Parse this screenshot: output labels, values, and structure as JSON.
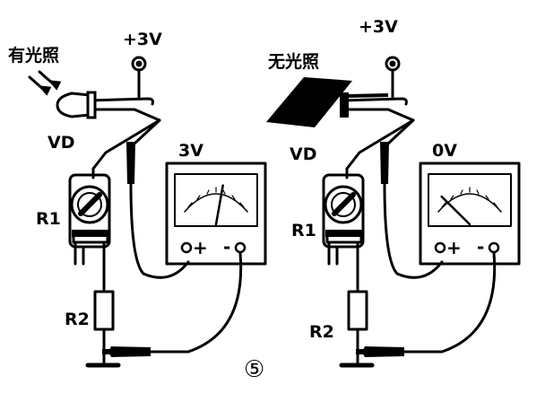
{
  "diagram": {
    "figure_number": "⑤",
    "left": {
      "condition": "有光照",
      "supply": "+3V",
      "diode": "VD",
      "pot": "R1",
      "resistor": "R2",
      "meter_reading": "3V",
      "plus": "+",
      "minus": "-",
      "needle_fraction": 0.6
    },
    "right": {
      "condition": "无光照",
      "supply": "+3V",
      "diode": "VD",
      "pot": "R1",
      "resistor": "R2",
      "meter_reading": "0V",
      "plus": "+",
      "minus": "-",
      "needle_fraction": 0.05
    }
  }
}
